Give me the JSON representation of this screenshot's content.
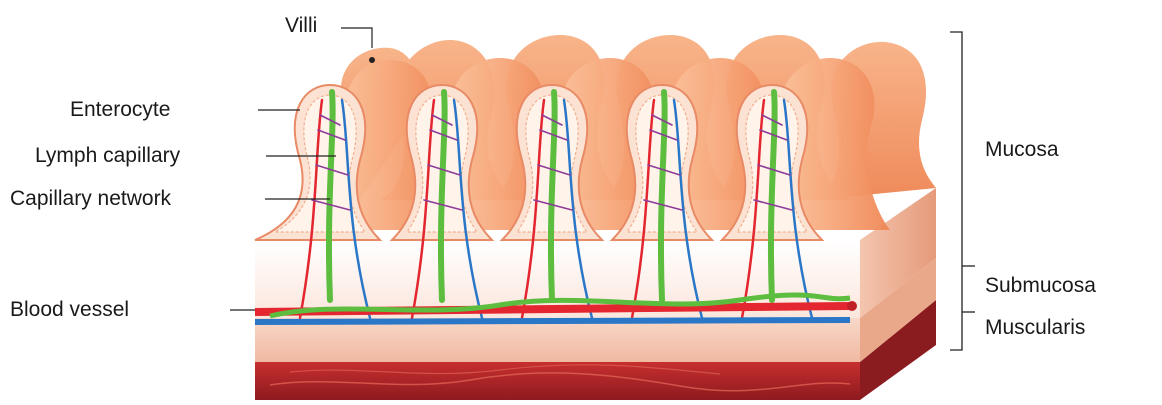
{
  "labels": {
    "villi": "Villi",
    "enterocyte": "Enterocyte",
    "lymph_capillary": "Lymph capillary",
    "capillary_network": "Capillary network",
    "blood_vessel": "Blood vessel",
    "mucosa": "Mucosa",
    "submucosa": "Submucosa",
    "muscularis": "Muscularis"
  },
  "colors": {
    "villus_fill": "#f6a77a",
    "villus_light": "#fbd3b6",
    "villus_dark": "#ec8350",
    "submucosa_fill": "#f7d6c7",
    "muscularis_fill": "#b3252a",
    "artery": "#e3262f",
    "vein": "#2a76c7",
    "lymph": "#5cbd3e",
    "capillary": "#8d3c9a"
  }
}
